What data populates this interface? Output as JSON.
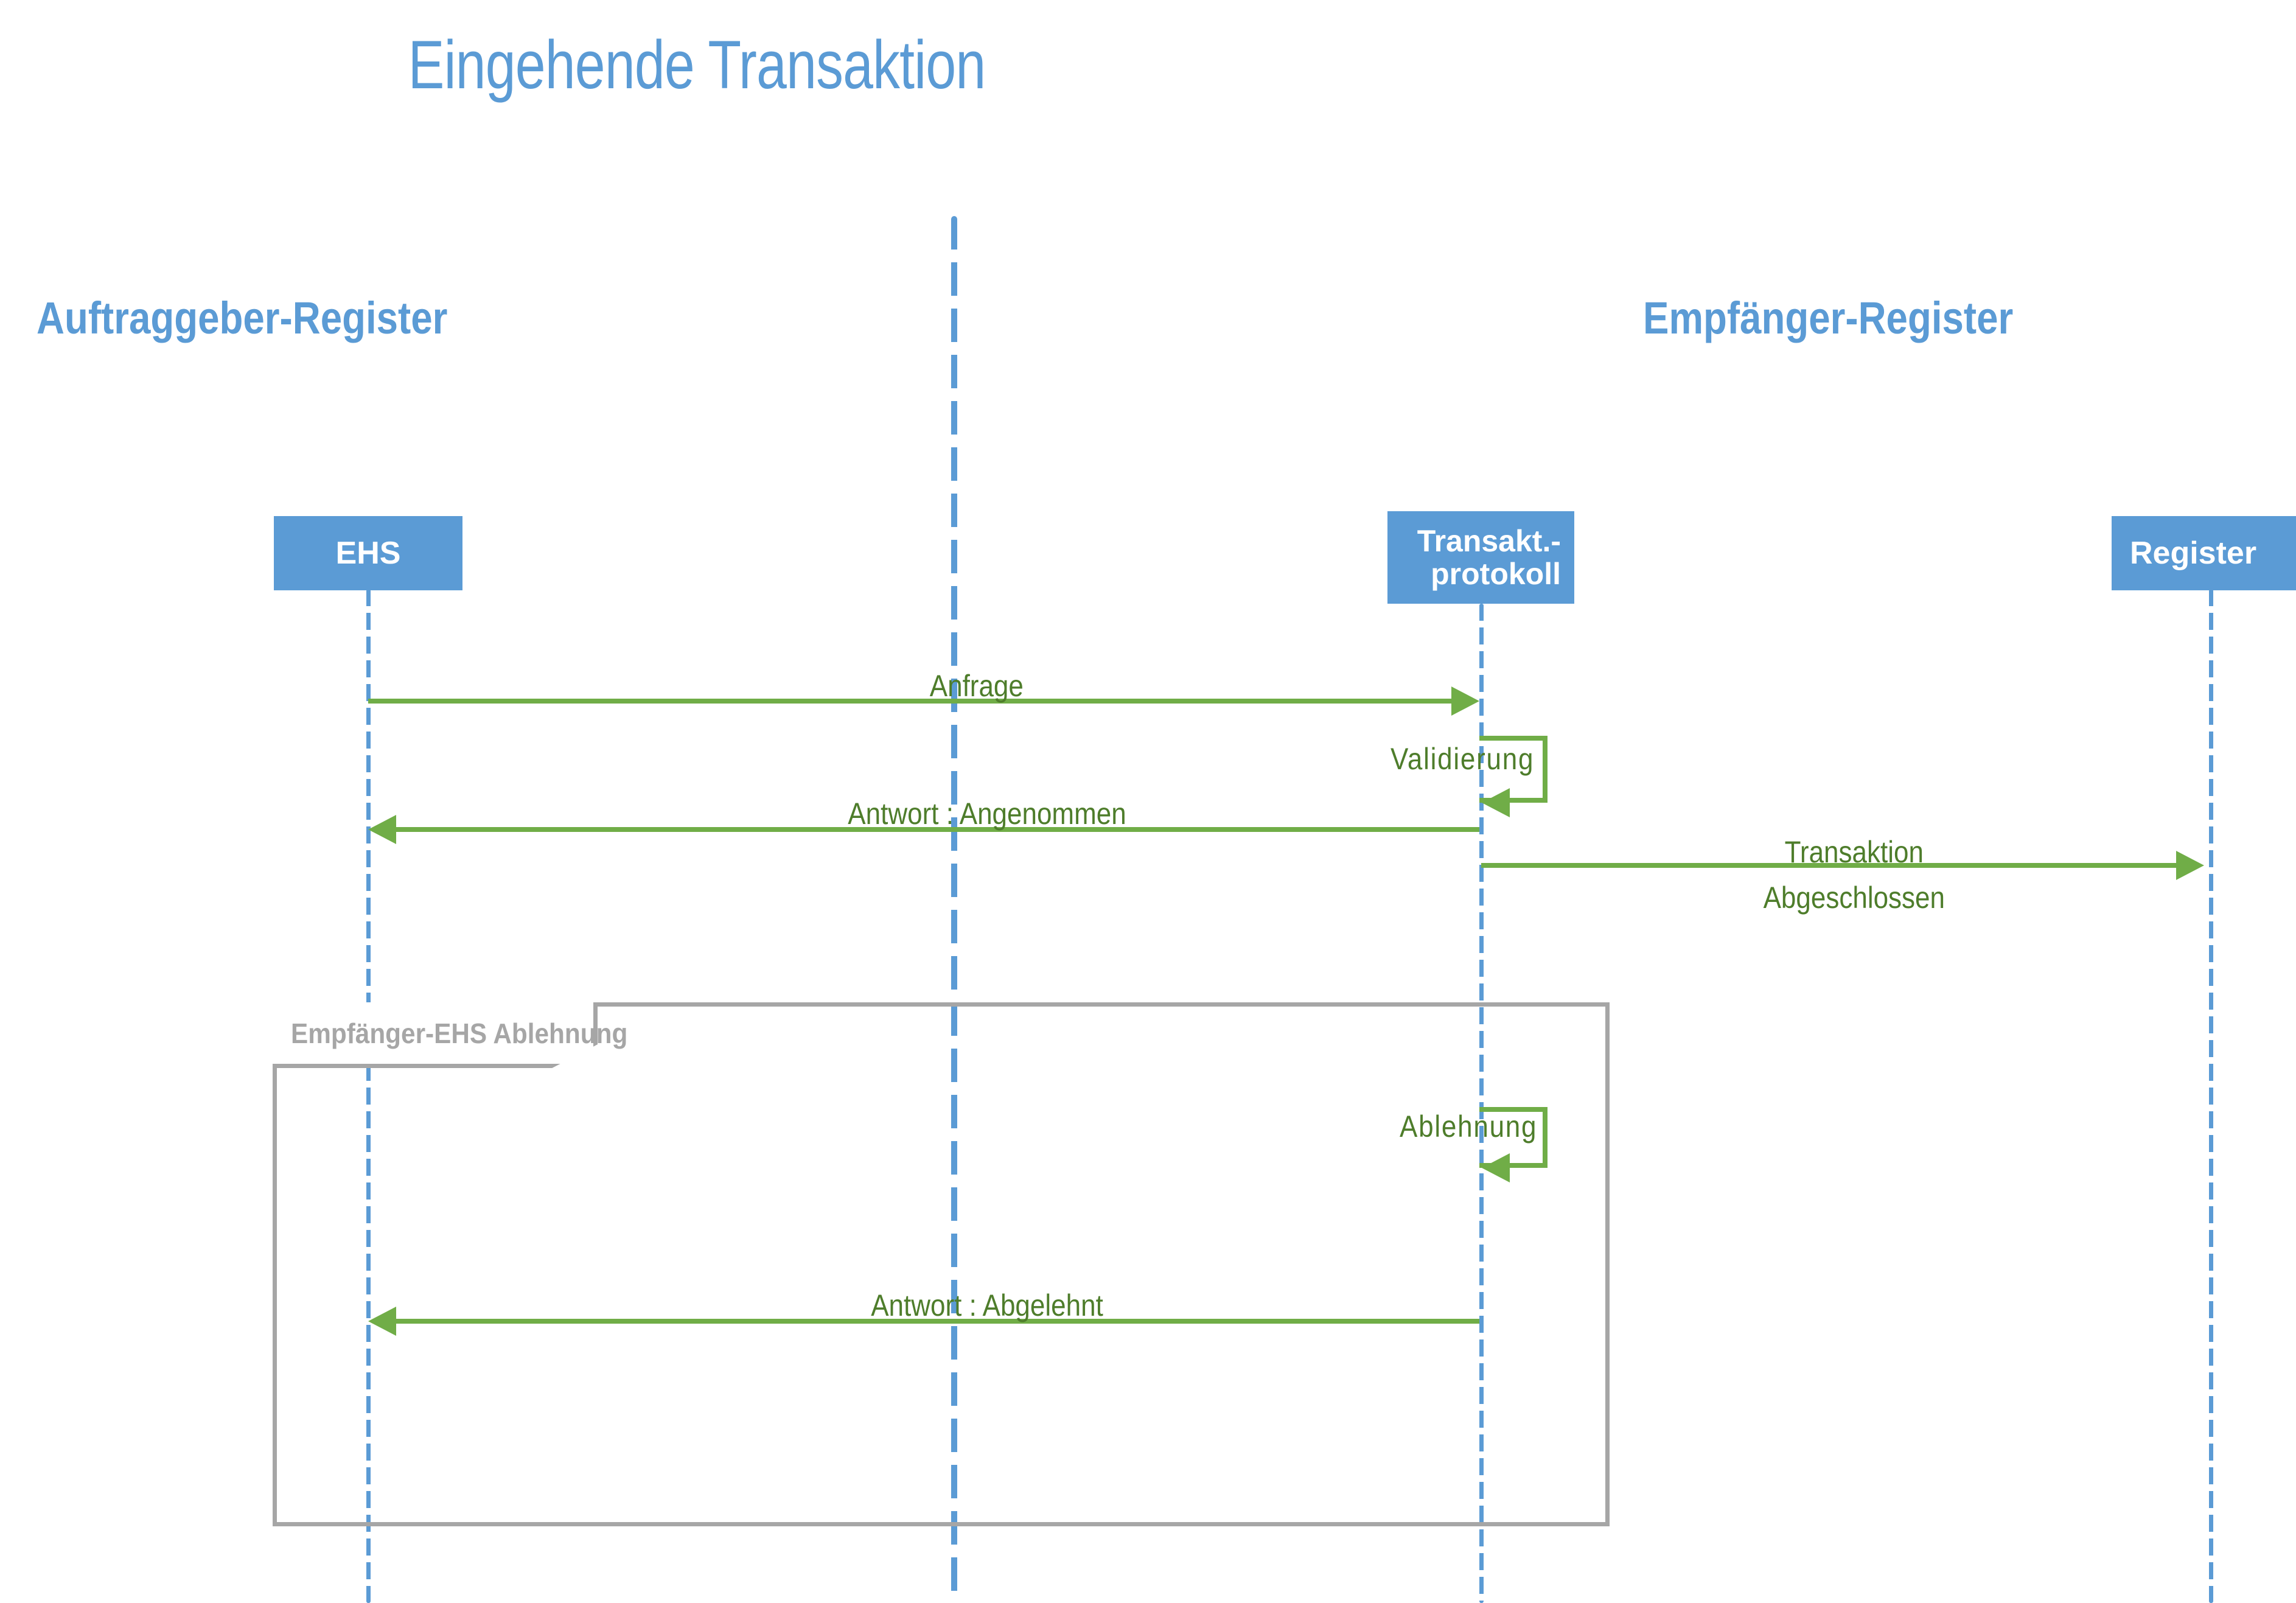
{
  "title": "Eingehende Transaktion",
  "zones": [
    {
      "id": "auftraggeber",
      "label": "Auftraggeber-Register"
    },
    {
      "id": "empfaenger",
      "label": "Empfänger-Register"
    }
  ],
  "participants": [
    {
      "id": "ehs",
      "label": "EHS"
    },
    {
      "id": "transaktionsprotokoll",
      "line1": "Transakt.-",
      "line2": "protokoll"
    },
    {
      "id": "register",
      "label": "Register"
    }
  ],
  "messages": [
    {
      "id": "anfrage",
      "label": "Anfrage",
      "from": "ehs",
      "to": "transaktionsprotokoll",
      "direction": "right"
    },
    {
      "id": "validierung",
      "label": "Validierung",
      "from": "transaktionsprotokoll",
      "to": "transaktionsprotokoll",
      "direction": "self"
    },
    {
      "id": "antwort-angenommen",
      "label": "Antwort : Angenommen",
      "from": "transaktionsprotokoll",
      "to": "ehs",
      "direction": "left"
    },
    {
      "id": "transaktion-abgeschlossen",
      "line1": "Transaktion",
      "line2": "Abgeschlossen",
      "from": "transaktionsprotokoll",
      "to": "register",
      "direction": "right"
    },
    {
      "id": "ablehnung",
      "label": "Ablehnung",
      "from": "transaktionsprotokoll",
      "to": "transaktionsprotokoll",
      "direction": "self"
    },
    {
      "id": "antwort-abgelehnt",
      "label": "Antwort : Abgelehnt",
      "from": "transaktionsprotokoll",
      "to": "ehs",
      "direction": "left"
    }
  ],
  "fragment": {
    "id": "empfaenger-ehs-ablehnung",
    "label": "Empfänger-EHS Ablehnung"
  },
  "colors": {
    "accent_blue": "#5B9BD5",
    "message_green": "#70AD47",
    "message_text_green": "#4E7D2B",
    "fragment_grey": "#A6A6A6",
    "background": "#FFFFFF"
  }
}
